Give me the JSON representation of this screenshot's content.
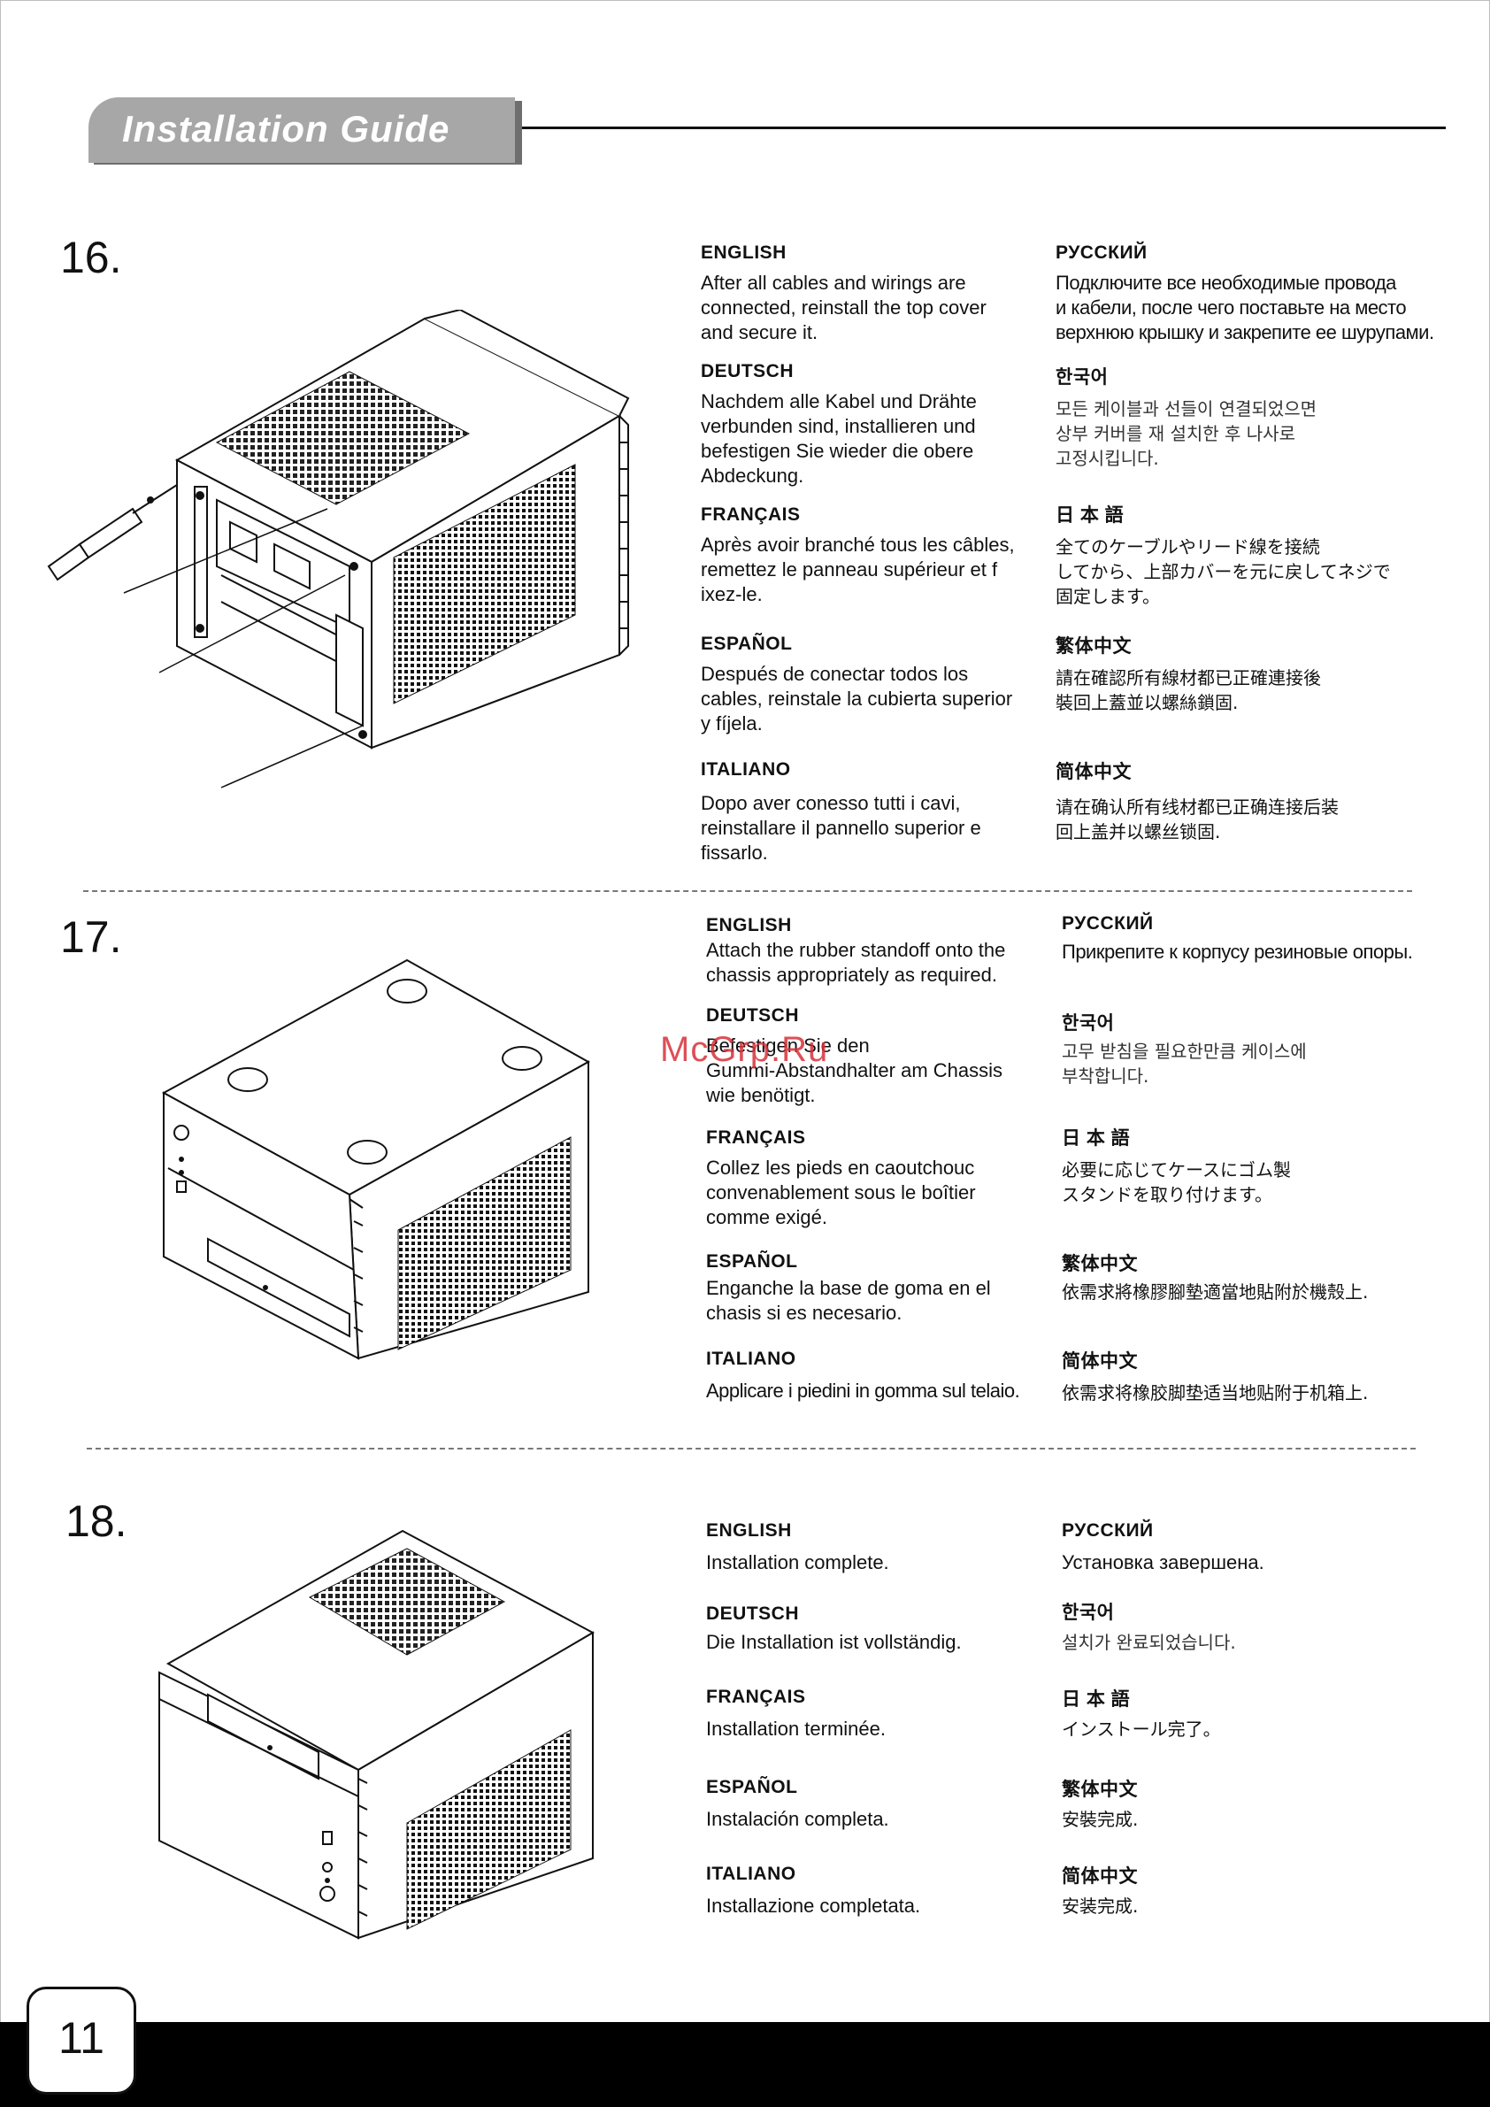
{
  "header": {
    "title": "Installation Guide"
  },
  "watermark": "McGrp.Ru",
  "page_number": "11",
  "steps": [
    {
      "number": "16.",
      "left": [
        {
          "lang": "ENGLISH",
          "text": [
            "After all cables and wirings are",
            "connected, reinstall the top cover",
            "and secure it."
          ]
        },
        {
          "lang": "DEUTSCH",
          "text": [
            "Nachdem alle Kabel und Drähte",
            "verbunden sind, installieren und",
            "befestigen Sie wieder die obere",
            "Abdeckung."
          ]
        },
        {
          "lang": "FRANÇAIS",
          "text": [
            "Après avoir branché tous les câbles,",
            "remettez le panneau supérieur et f",
            "ixez-le."
          ]
        },
        {
          "lang": "ESPAÑOL",
          "text": [
            "Después de conectar todos los",
            "cables, reinstale la cubierta superior",
            "y fíjela."
          ]
        },
        {
          "lang": "ITALIANO",
          "text": [
            "Dopo aver conesso tutti i cavi,",
            "reinstallare il pannello superior e",
            "fissarlo."
          ]
        }
      ],
      "right": [
        {
          "lang": "РУССКИЙ",
          "text": [
            "Подключите все необходимые провода",
            "и кабели, после чего поставьте на место",
            "верхнюю крышку и закрепите ее шурупами."
          ]
        },
        {
          "lang": "한국어",
          "text": [
            "모든 케이블과 선들이 연결되었으면",
            "상부 커버를 재 설치한 후 나사로",
            "고정시킵니다."
          ]
        },
        {
          "lang": "日 本 語",
          "text": [
            "全てのケーブルやリード線を接続",
            "してから、上部カバーを元に戻してネジで",
            "固定します。"
          ]
        },
        {
          "lang": "繁体中文",
          "text": [
            "請在確認所有線材都已正確連接後",
            "裝回上蓋並以螺絲鎖固."
          ]
        },
        {
          "lang": "简体中文",
          "text": [
            "请在确认所有线材都已正确连接后装",
            "回上盖并以螺丝锁固."
          ]
        }
      ]
    },
    {
      "number": "17.",
      "left": [
        {
          "lang": "ENGLISH",
          "text": [
            "Attach the rubber standoff onto the",
            "chassis appropriately as required."
          ]
        },
        {
          "lang": "DEUTSCH",
          "text": [
            "Befestigen Sie den",
            "Gummi-Abstandhalter am Chassis",
            "wie benötigt."
          ]
        },
        {
          "lang": "FRANÇAIS",
          "text": [
            "Collez les pieds en caoutchouc",
            "convenablement sous le boîtier",
            "comme exigé."
          ]
        },
        {
          "lang": "ESPAÑOL",
          "text": [
            "Enganche la base de goma en el",
            "chasis si es necesario."
          ]
        },
        {
          "lang": "ITALIANO",
          "text": [
            "Applicare i piedini in gomma sul telaio."
          ]
        }
      ],
      "right": [
        {
          "lang": "РУССКИЙ",
          "text": [
            "Прикрепите к корпусу резиновые опоры."
          ]
        },
        {
          "lang": "한국어",
          "text": [
            "고무 받침을 필요한만큼 케이스에",
            "부착합니다."
          ]
        },
        {
          "lang": "日 本 語",
          "text": [
            "必要に応じてケースにゴム製",
            "スタンドを取り付けます。"
          ]
        },
        {
          "lang": "繁体中文",
          "text": [
            "依需求將橡膠腳墊適當地貼附於機殼上."
          ]
        },
        {
          "lang": "简体中文",
          "text": [
            "依需求将橡胶脚垫适当地贴附于机箱上."
          ]
        }
      ]
    },
    {
      "number": "18.",
      "left": [
        {
          "lang": "ENGLISH",
          "text": [
            "Installation complete."
          ]
        },
        {
          "lang": "DEUTSCH",
          "text": [
            "Die Installation ist vollständig."
          ]
        },
        {
          "lang": "FRANÇAIS",
          "text": [
            "Installation terminée."
          ]
        },
        {
          "lang": "ESPAÑOL",
          "text": [
            "Instalación completa."
          ]
        },
        {
          "lang": "ITALIANO",
          "text": [
            "Installazione completata."
          ]
        }
      ],
      "right": [
        {
          "lang": "РУССКИЙ",
          "text": [
            "Установка завершена."
          ]
        },
        {
          "lang": "한국어",
          "text": [
            "설치가 완료되었습니다."
          ]
        },
        {
          "lang": "日 本 語",
          "text": [
            "インストール完了。"
          ]
        },
        {
          "lang": "繁体中文",
          "text": [
            "安裝完成."
          ]
        },
        {
          "lang": "简体中文",
          "text": [
            "安装完成."
          ]
        }
      ]
    }
  ]
}
